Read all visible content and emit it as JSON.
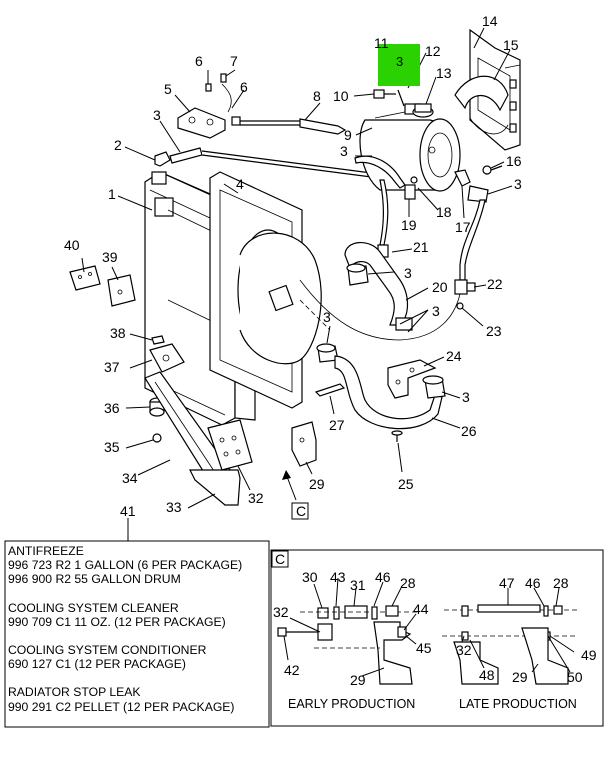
{
  "callouts": {
    "c1": "1",
    "c2": "2",
    "c3": "3",
    "c4": "4",
    "c5": "5",
    "c6": "6",
    "c7": "7",
    "c8": "8",
    "c9": "9",
    "c10": "10",
    "c11": "11",
    "c12": "12",
    "c13": "13",
    "c14": "14",
    "c15": "15",
    "c16": "16",
    "c17": "17",
    "c18": "18",
    "c19": "19",
    "c20": "20",
    "c21": "21",
    "c22": "22",
    "c23": "23",
    "c24": "24",
    "c25": "25",
    "c26": "26",
    "c27": "27",
    "c28": "28",
    "c29": "29",
    "c30": "30",
    "c31": "31",
    "c32": "32",
    "c33": "33",
    "c34": "34",
    "c35": "35",
    "c36": "36",
    "c37": "37",
    "c38": "38",
    "c39": "39",
    "c40": "40",
    "c41": "41",
    "c42": "42",
    "c43": "43",
    "c44": "44",
    "c45": "45",
    "c46": "46",
    "c47": "47",
    "c48": "48",
    "c49": "49",
    "c50": "50"
  },
  "highlight": {
    "label": "3",
    "color": "#2bd100"
  },
  "view_marker": "C",
  "detail": {
    "label": "C",
    "early_caption": "EARLY PRODUCTION",
    "late_caption": "LATE PRODUCTION"
  },
  "notes": [
    {
      "title": "ANTIFREEZE",
      "lines": [
        "996 723 R2  1 GALLON (6 PER PACKAGE)",
        "996 900 R2 55 GALLON DRUM"
      ]
    },
    {
      "title": "COOLING SYSTEM CLEANER",
      "lines": [
        "990 709 C1 11 OZ. (12 PER PACKAGE)"
      ]
    },
    {
      "title": "COOLING SYSTEM CONDITIONER",
      "lines": [
        "690 127 C1  (12 PER PACKAGE)"
      ]
    },
    {
      "title": "RADIATOR STOP LEAK",
      "lines": [
        "990 291 C2 PELLET (12 PER PACKAGE)"
      ]
    }
  ]
}
